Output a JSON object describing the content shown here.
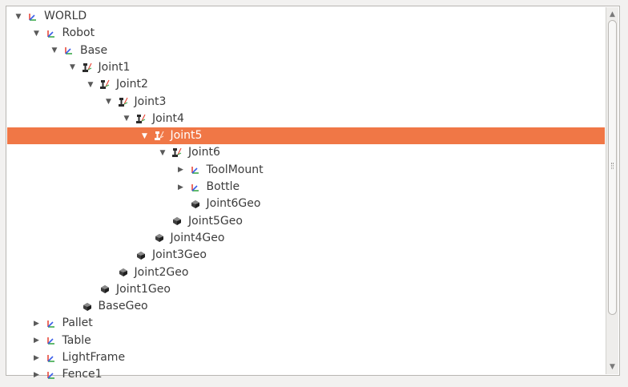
{
  "colors": {
    "selection": "#f07746",
    "text": "#3c3c3c",
    "frame_x_axis": "#e84a3c",
    "frame_y_axis": "#3aa84a",
    "frame_z_axis": "#3a5ee8"
  },
  "tree": {
    "rows": [
      {
        "label": "WORLD",
        "depth": 0,
        "expander": "expanded",
        "icon": "frame-icon",
        "selected": false
      },
      {
        "label": "Robot",
        "depth": 1,
        "expander": "expanded",
        "icon": "frame-icon",
        "selected": false
      },
      {
        "label": "Base",
        "depth": 2,
        "expander": "expanded",
        "icon": "frame-icon",
        "selected": false
      },
      {
        "label": "Joint1",
        "depth": 3,
        "expander": "expanded",
        "icon": "joint-icon",
        "selected": false
      },
      {
        "label": "Joint2",
        "depth": 4,
        "expander": "expanded",
        "icon": "joint-icon",
        "selected": false
      },
      {
        "label": "Joint3",
        "depth": 5,
        "expander": "expanded",
        "icon": "joint-icon",
        "selected": false
      },
      {
        "label": "Joint4",
        "depth": 6,
        "expander": "expanded",
        "icon": "joint-icon",
        "selected": false
      },
      {
        "label": "Joint5",
        "depth": 7,
        "expander": "expanded",
        "icon": "joint-icon",
        "selected": true
      },
      {
        "label": "Joint6",
        "depth": 8,
        "expander": "expanded",
        "icon": "joint-icon",
        "selected": false
      },
      {
        "label": "ToolMount",
        "depth": 9,
        "expander": "collapsed",
        "icon": "frame-icon",
        "selected": false
      },
      {
        "label": "Bottle",
        "depth": 9,
        "expander": "collapsed",
        "icon": "frame-icon",
        "selected": false
      },
      {
        "label": "Joint6Geo",
        "depth": 9,
        "expander": "none",
        "icon": "geometry-icon",
        "selected": false
      },
      {
        "label": "Joint5Geo",
        "depth": 8,
        "expander": "none",
        "icon": "geometry-icon",
        "selected": false
      },
      {
        "label": "Joint4Geo",
        "depth": 7,
        "expander": "none",
        "icon": "geometry-icon",
        "selected": false
      },
      {
        "label": "Joint3Geo",
        "depth": 6,
        "expander": "none",
        "icon": "geometry-icon",
        "selected": false
      },
      {
        "label": "Joint2Geo",
        "depth": 5,
        "expander": "none",
        "icon": "geometry-icon",
        "selected": false
      },
      {
        "label": "Joint1Geo",
        "depth": 4,
        "expander": "none",
        "icon": "geometry-icon",
        "selected": false
      },
      {
        "label": "BaseGeo",
        "depth": 3,
        "expander": "none",
        "icon": "geometry-icon",
        "selected": false
      },
      {
        "label": "Pallet",
        "depth": 1,
        "expander": "collapsed",
        "icon": "frame-icon",
        "selected": false
      },
      {
        "label": "Table",
        "depth": 1,
        "expander": "collapsed",
        "icon": "frame-icon",
        "selected": false
      },
      {
        "label": "LightFrame",
        "depth": 1,
        "expander": "collapsed",
        "icon": "frame-icon",
        "selected": false
      },
      {
        "label": "Fence1",
        "depth": 1,
        "expander": "collapsed",
        "icon": "frame-icon",
        "selected": false
      }
    ]
  },
  "scrollbar": {
    "up_arrow": "▲",
    "down_arrow": "▼"
  }
}
